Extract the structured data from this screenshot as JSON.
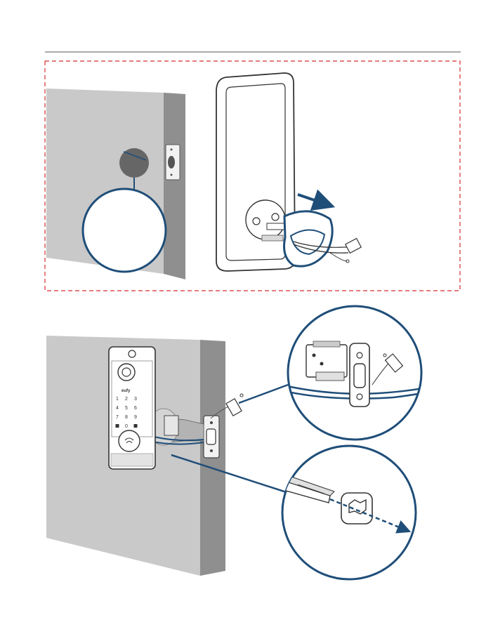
{
  "colors": {
    "accent": "#1f4e79",
    "dashed_border": "#d32f2f",
    "door_face": "#c9c9c9",
    "door_edge": "#8f8f8f",
    "hole": "#666666"
  },
  "keypad": {
    "brand": "eufy",
    "keys": [
      "1",
      "2",
      "3",
      "4",
      "5",
      "6",
      "7",
      "8",
      "9",
      "0"
    ]
  }
}
